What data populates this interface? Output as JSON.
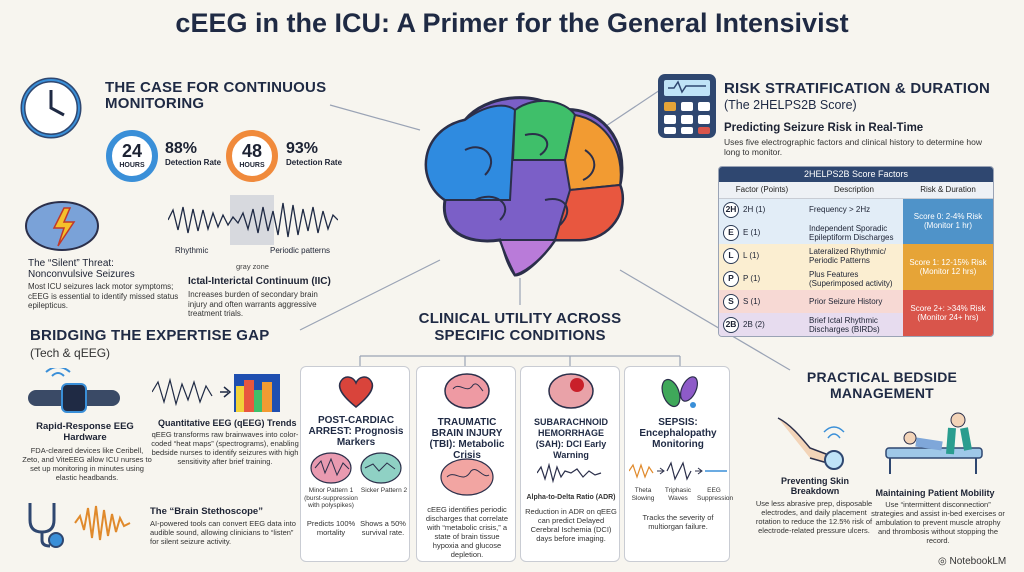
{
  "title": "cEEG in the ICU: A Primer for the General Intensivist",
  "case": {
    "heading": "THE CASE FOR CONTINUOUS MONITORING",
    "stats": [
      {
        "value": "24",
        "unit": "HOURS",
        "pct": "88%",
        "label": "Detection Rate",
        "color": "#3a8fd8"
      },
      {
        "value": "48",
        "unit": "HOURS",
        "pct": "93%",
        "label": "Detection Rate",
        "color": "#f08a3c"
      }
    ],
    "silent_title": "The “Silent” Threat: Nonconvulsive Seizures",
    "silent_text": "Most ICU seizures lack motor symptoms; cEEG is essential to identify missed status epilepticus.",
    "wave_left": "Rhythmic",
    "wave_right": "Periodic patterns",
    "wave_mid": "gray zone",
    "iic_title": "Ictal-Interictal Continuum (IIC)",
    "iic_text": "Increases burden of secondary brain injury and often warrants aggressive treatment trials."
  },
  "gap": {
    "heading": "BRIDGING THE EXPERTISE GAP",
    "sub": "(Tech & qEEG)",
    "hw_title": "Rapid-Response EEG Hardware",
    "hw_text": "FDA-cleared devices like Ceribell, Zeto, and ViteEEG allow ICU nurses to set up monitoring in minutes using elastic headbands.",
    "qeeg_title": "Quantitative EEG (qEEG) Trends",
    "qeeg_text": "qEEG transforms raw brainwaves into color-coded “heat maps” (spectrograms), enabling bedside nurses to identify seizures with high sensitivity after brief training.",
    "steth_title": "The “Brain Stethoscope”",
    "steth_text": "AI-powered tools can convert EEG data into audible sound, allowing clinicians to “listen” for silent seizure activity."
  },
  "risk": {
    "heading": "RISK STRATIFICATION & DURATION",
    "sub": "(The 2HELPS2B Score)",
    "predict_title": "Predicting Seizure Risk in Real-Time",
    "predict_text": "Uses five electrographic factors and clinical history to determine how long to monitor.",
    "table_caption": "2HELPS2B Score Factors",
    "columns": [
      "Factor (Points)",
      "Description",
      "Risk & Duration"
    ],
    "rows": [
      {
        "badge": "2H",
        "factor": "2H (1)",
        "desc": "Frequency > 2Hz"
      },
      {
        "badge": "E",
        "factor": "E (1)",
        "desc": "Independent Sporadic Epileptiform Discharges"
      },
      {
        "badge": "L",
        "factor": "L (1)",
        "desc": "Lateralized Rhythmic/ Periodic Patterns"
      },
      {
        "badge": "P",
        "factor": "P (1)",
        "desc": "Plus Features (Superimposed activity)"
      },
      {
        "badge": "S",
        "factor": "S (1)",
        "desc": "Prior Seizure History"
      },
      {
        "badge": "2B",
        "factor": "2B (2)",
        "desc": "Brief Ictal Rhythmic Discharges (BIRDs)"
      }
    ],
    "risks": [
      {
        "text": "Score 0: 2-4% Risk (Monitor 1 hr)",
        "color": "#4f93c9"
      },
      {
        "text": "Score 1: 12-15% Risk (Monitor 12 hrs)",
        "color": "#e6a437"
      },
      {
        "text": "Score 2+: >34% Risk (Monitor 24+ hrs)",
        "color": "#d9554b"
      }
    ]
  },
  "clinical": {
    "heading": "CLINICAL UTILITY ACROSS SPECIFIC CONDITIONS",
    "cards": [
      {
        "title": "POST-CARDIAC ARREST: Prognosis Markers",
        "p1": "Minor Pattern 1 (burst-suppression with polyspikes)",
        "p2": "Sicker Pattern 2",
        "p1b": "Predicts 100% mortality",
        "p2b": "Shows a 50% survival rate."
      },
      {
        "title": "TRAUMATIC BRAIN INJURY (TBI): Metabolic Crisis",
        "text": "cEEG identifies periodic discharges that correlate with “metabolic crisis,” a state of brain tissue hypoxia and glucose depletion."
      },
      {
        "title": "SUBARACHNOID HEMORRHAGE (SAH): DCI Early Warning",
        "label": "Alpha-to-Delta Ratio (ADR)",
        "text": "Reduction in ADR on qEEG can predict Delayed Cerebral Ischemia (DCI) days before imaging."
      },
      {
        "title": "SEPSIS: Encephalopathy Monitoring",
        "w1": "Theta Slowing",
        "w2": "Triphasic Waves",
        "w3": "EEG Suppression",
        "text": "Tracks the severity of multiorgan failure."
      }
    ]
  },
  "bedside": {
    "heading": "PRACTICAL BEDSIDE MANAGEMENT",
    "skin_title": "Preventing Skin Breakdown",
    "skin_text": "Use less abrasive prep, disposable electrodes, and daily placement rotation to reduce the 12.5% risk of electrode-related pressure ulcers.",
    "mob_title": "Maintaining Patient Mobility",
    "mob_text": "Use “intermittent disconnection” strategies and assist in-bed exercises or ambulation to prevent muscle atrophy and thrombosis without stopping the record."
  },
  "brand": "NotebookLM"
}
